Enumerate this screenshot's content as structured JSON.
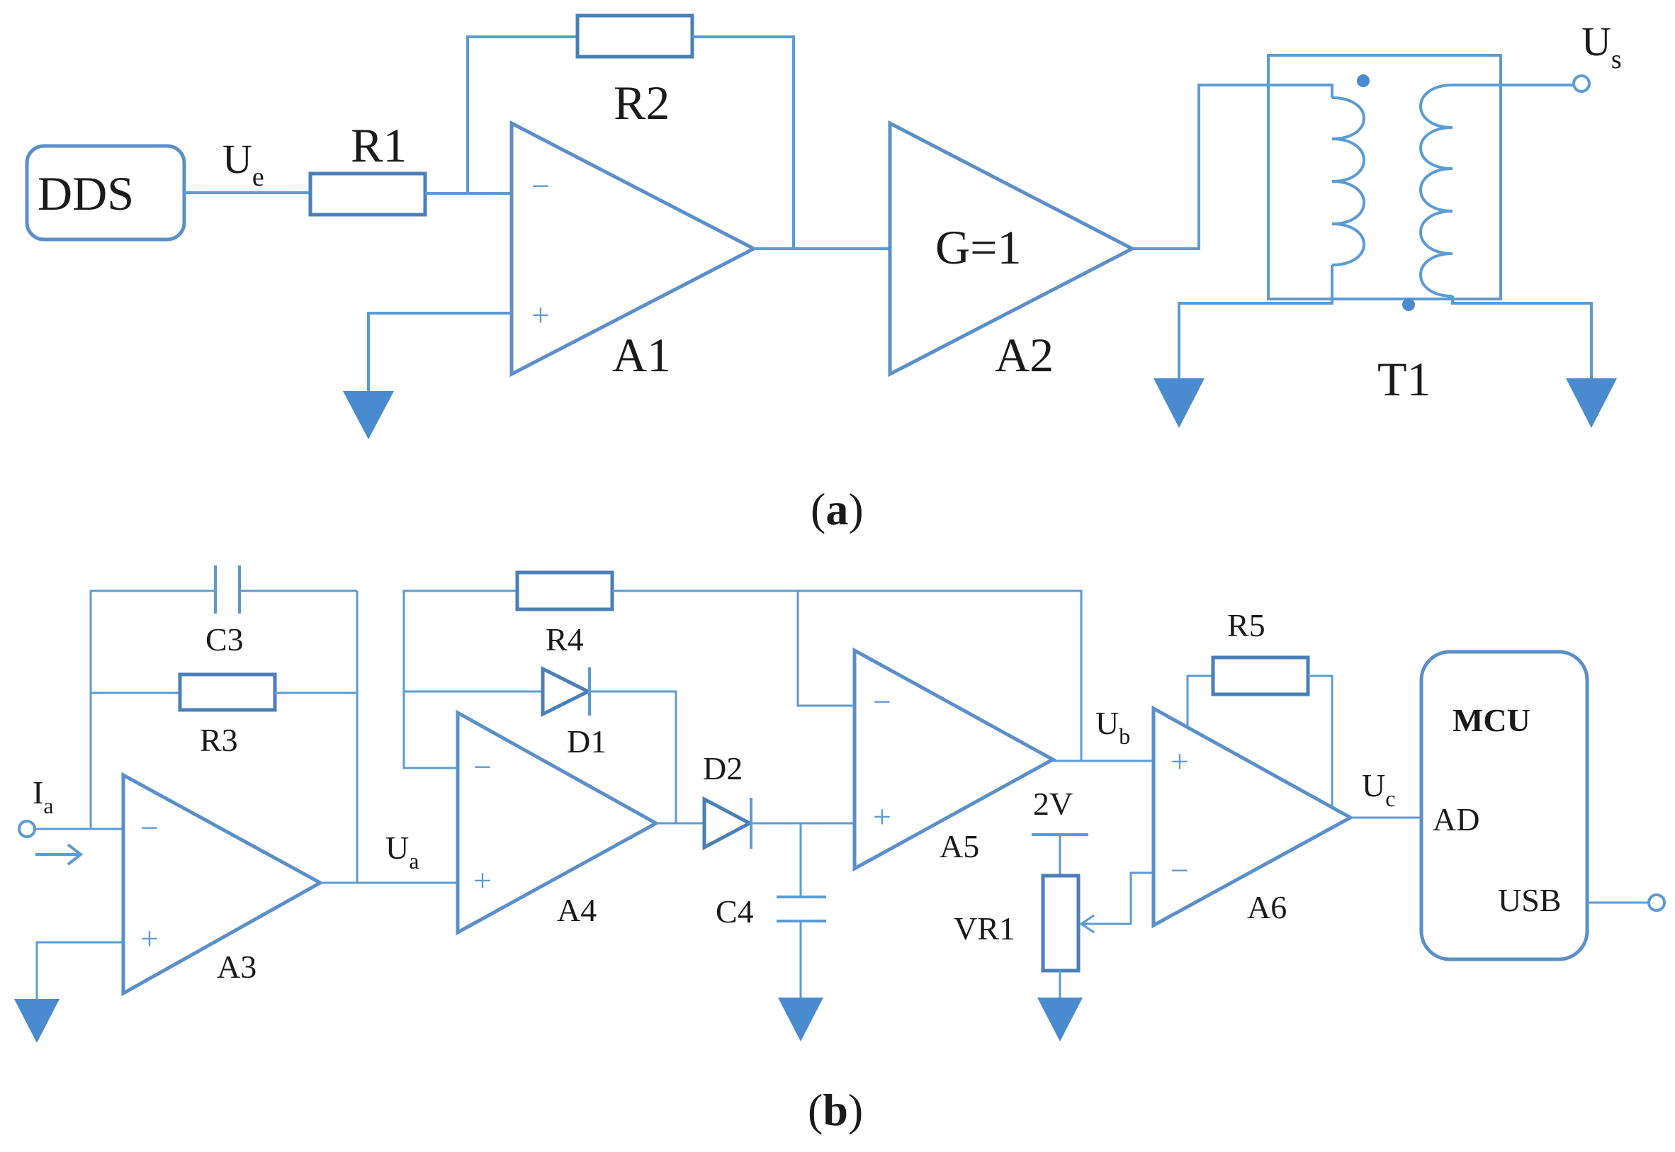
{
  "panel_a": {
    "caption": "(a)",
    "caption_letter": "a",
    "source": "DDS",
    "ue_main": "U",
    "ue_sub": "e",
    "r1": "R1",
    "r2": "R2",
    "a1": "A1",
    "a2": "A2",
    "gain": "G=1",
    "t1": "T1",
    "us_main": "U",
    "us_sub": "s",
    "minus": "−",
    "plus": "+"
  },
  "panel_b": {
    "caption": "(b)",
    "caption_letter": "b",
    "ia_main": "I",
    "ia_sub": "a",
    "c3": "C3",
    "r3": "R3",
    "a3": "A3",
    "ua_main": "U",
    "ua_sub": "a",
    "r4": "R4",
    "d1": "D1",
    "a4": "A4",
    "d2": "D2",
    "c4": "C4",
    "a5": "A5",
    "ub_main": "U",
    "ub_sub": "b",
    "v2": "2V",
    "vr1": "VR1",
    "r5": "R5",
    "a6": "A6",
    "uc_main": "U",
    "uc_sub": "c",
    "mcu": "MCU",
    "ad": "AD",
    "usb": "USB",
    "minus": "−",
    "plus": "+"
  },
  "colors": {
    "wire": "#5b9bd5",
    "ground": "#4a8bd0",
    "text": "#1a1a1a"
  }
}
